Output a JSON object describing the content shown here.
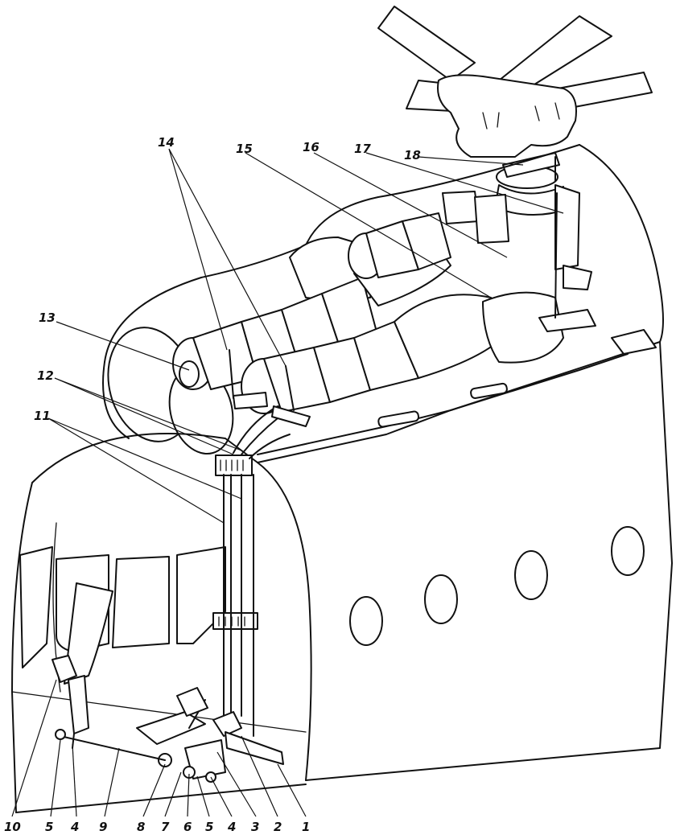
{
  "callouts": {
    "c1": "1",
    "c2": "2",
    "c3": "3",
    "c4a": "4",
    "c5a": "5",
    "c6": "6",
    "c7": "7",
    "c8": "8",
    "c9": "9",
    "c10": "10",
    "c5b": "5",
    "c4b": "4",
    "c11": "11",
    "c12": "12",
    "c13": "13",
    "c14": "14",
    "c15": "15",
    "c16": "16",
    "c17": "17",
    "c18": "18"
  },
  "colors": {
    "ink": "#111111",
    "paper": "#ffffff"
  }
}
